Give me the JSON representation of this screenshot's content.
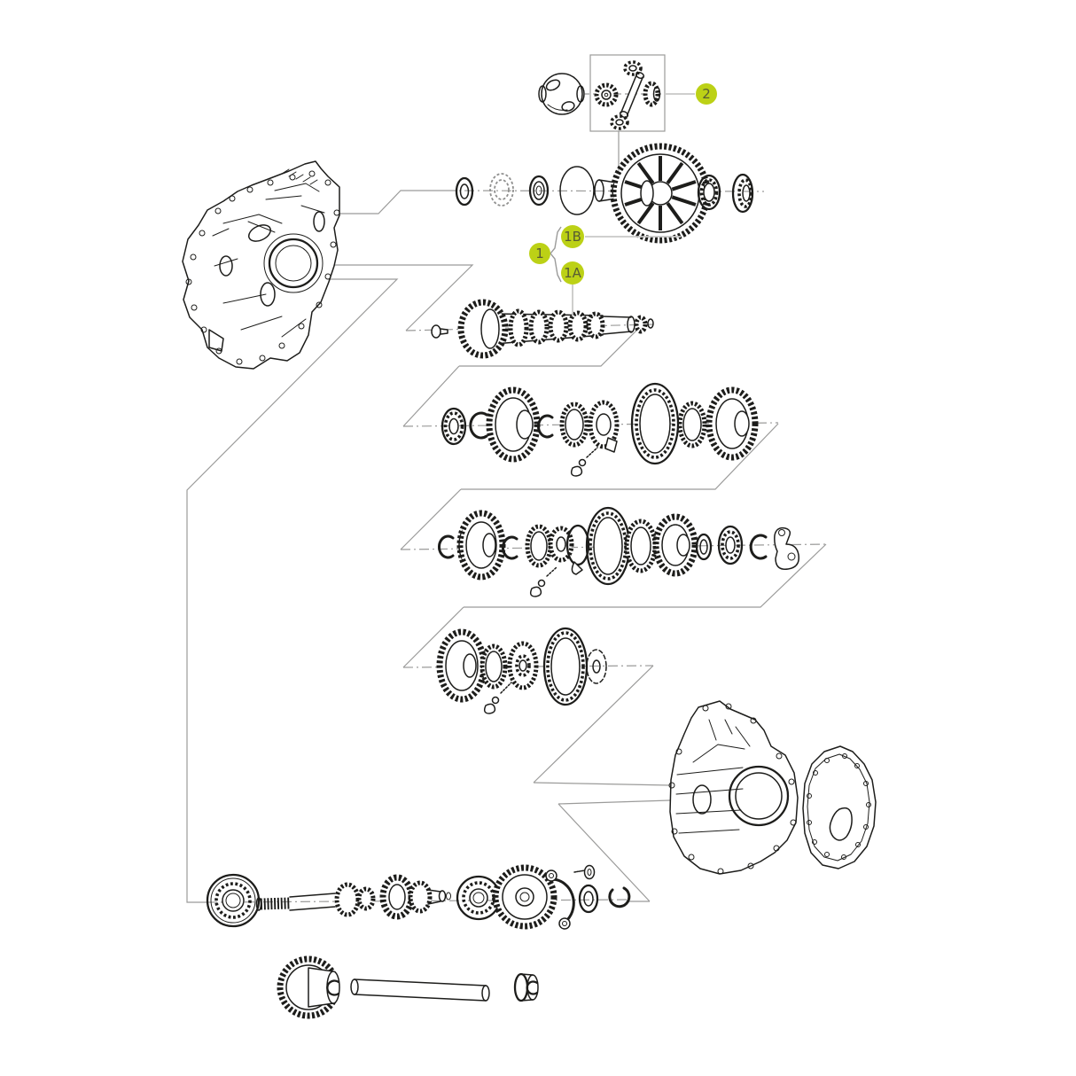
{
  "diagram": {
    "kind": "exploded-parts-diagram",
    "background": "#ffffff",
    "art_color": "#1d1d1b",
    "guide_line_color": "#9b9b9a",
    "callout_style": {
      "fill": "#bcd116",
      "text_color": "#585c33",
      "leader_line_color": "#c8c8c7"
    },
    "callouts": [
      {
        "id": "callout-2",
        "label": "2"
      },
      {
        "id": "callout-1",
        "label": "1"
      },
      {
        "id": "callout-1B",
        "label": "1B"
      },
      {
        "id": "callout-1A",
        "label": "1A"
      }
    ],
    "groups": [
      "clutch-housing",
      "differential-bevel-gear-kit",
      "final-drive-assembly",
      "input-pinion-shaft",
      "gear-cluster-row-2",
      "gear-cluster-row-3",
      "gear-cluster-row-4",
      "rear-housing",
      "end-cover",
      "countershaft-assembly",
      "reverse-idler-assembly"
    ]
  }
}
